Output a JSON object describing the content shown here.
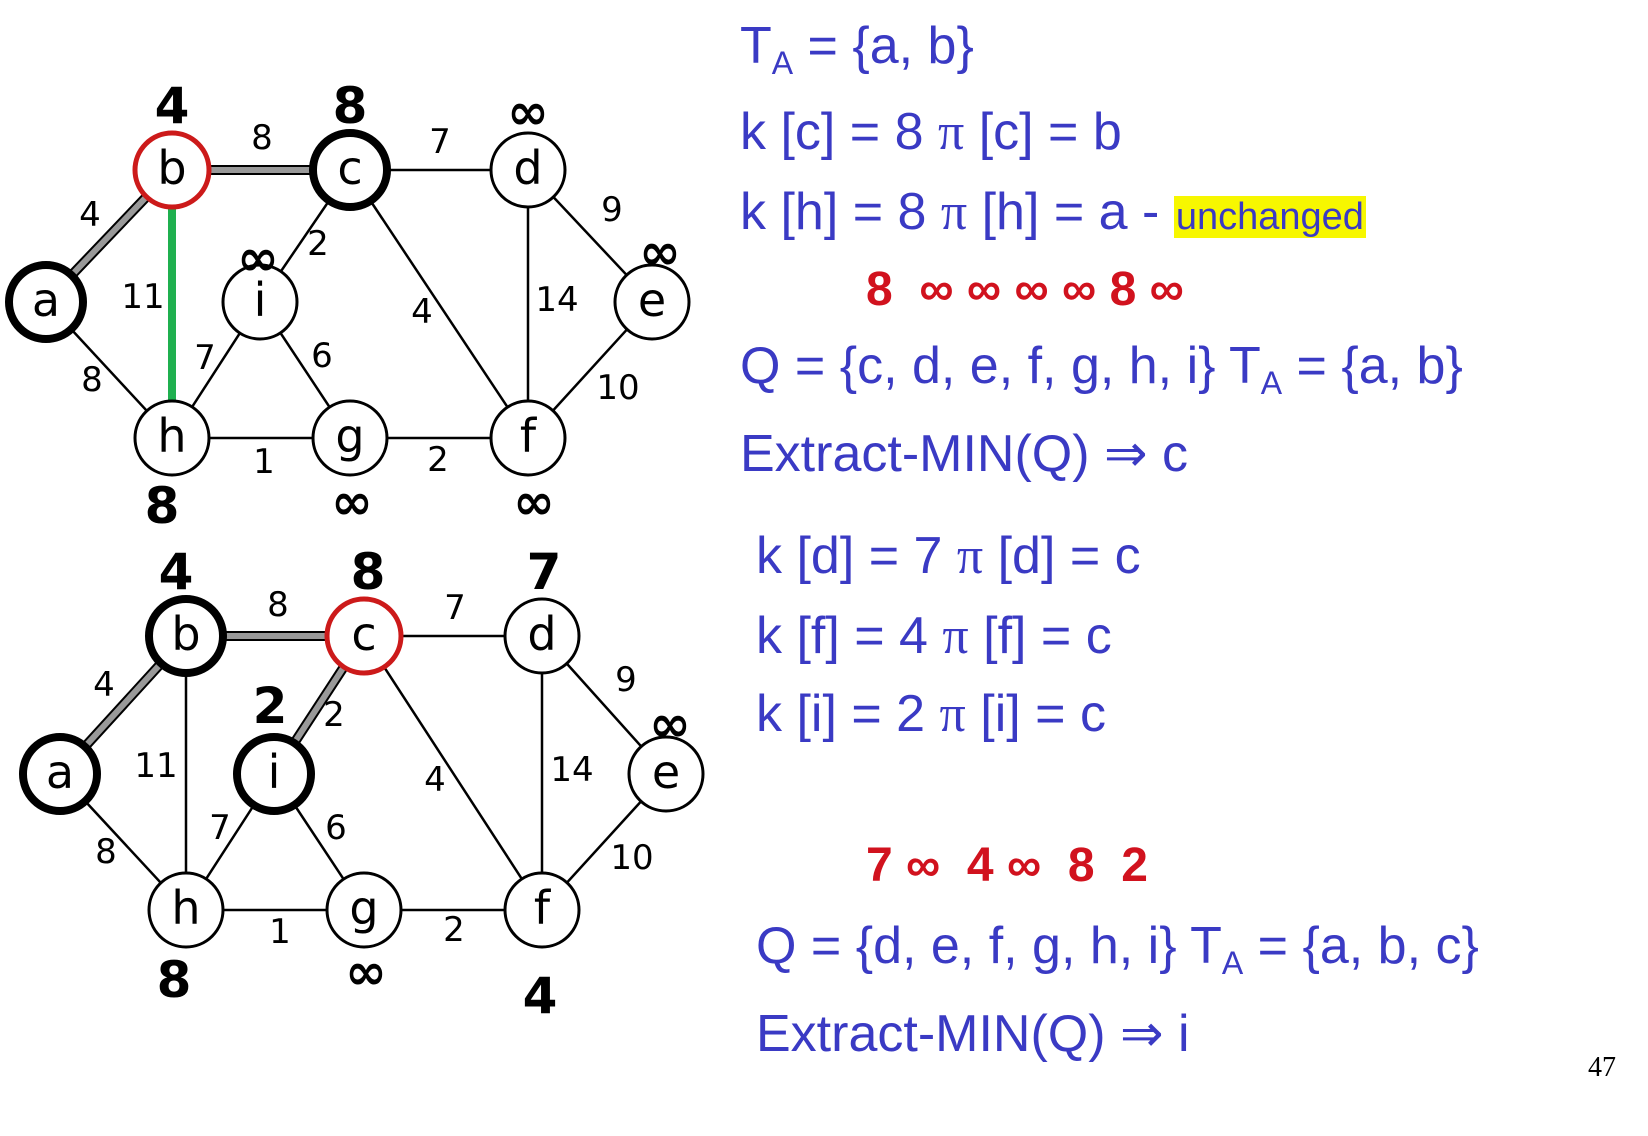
{
  "slide_number": "47",
  "colors": {
    "text_blue": "#3a3ac4",
    "red": "#d1121e",
    "highlight": "#f7f700",
    "tree_edge": "#999999",
    "green_edge": "#1fb04f",
    "node_red": "#cc1a1a"
  },
  "graphs": [
    {
      "name": "graph-top",
      "nodes": [
        {
          "id": "a",
          "label": "a",
          "key": "",
          "style": "heavy"
        },
        {
          "id": "b",
          "label": "b",
          "key": "4",
          "style": "red"
        },
        {
          "id": "c",
          "label": "c",
          "key": "8",
          "style": "heavy"
        },
        {
          "id": "d",
          "label": "d",
          "key": "∞",
          "style": "normal"
        },
        {
          "id": "e",
          "label": "e",
          "key": "∞",
          "style": "normal"
        },
        {
          "id": "i",
          "label": "i",
          "key": "∞",
          "style": "normal"
        },
        {
          "id": "h",
          "label": "h",
          "key": "8",
          "style": "normal"
        },
        {
          "id": "g",
          "label": "g",
          "key": "∞",
          "style": "normal"
        },
        {
          "id": "f",
          "label": "f",
          "key": "∞",
          "style": "normal"
        }
      ],
      "edges": [
        {
          "from": "a",
          "to": "b",
          "w": "4",
          "style": "tree"
        },
        {
          "from": "b",
          "to": "c",
          "w": "8",
          "style": "tree"
        },
        {
          "from": "b",
          "to": "h",
          "w": "11",
          "style": "green"
        },
        {
          "from": "c",
          "to": "d",
          "w": "7",
          "style": "normal"
        },
        {
          "from": "c",
          "to": "i",
          "w": "2",
          "style": "normal"
        },
        {
          "from": "c",
          "to": "f",
          "w": "4",
          "style": "normal"
        },
        {
          "from": "d",
          "to": "e",
          "w": "9",
          "style": "normal"
        },
        {
          "from": "d",
          "to": "f",
          "w": "14",
          "style": "normal"
        },
        {
          "from": "e",
          "to": "f",
          "w": "10",
          "style": "normal"
        },
        {
          "from": "a",
          "to": "h",
          "w": "8",
          "style": "normal"
        },
        {
          "from": "h",
          "to": "i",
          "w": "7",
          "style": "normal"
        },
        {
          "from": "i",
          "to": "g",
          "w": "6",
          "style": "normal"
        },
        {
          "from": "h",
          "to": "g",
          "w": "1",
          "style": "normal"
        },
        {
          "from": "g",
          "to": "f",
          "w": "2",
          "style": "normal"
        }
      ]
    },
    {
      "name": "graph-bottom",
      "nodes": [
        {
          "id": "a",
          "label": "a",
          "key": "",
          "style": "heavy"
        },
        {
          "id": "b",
          "label": "b",
          "key": "4",
          "style": "heavy"
        },
        {
          "id": "c",
          "label": "c",
          "key": "8",
          "style": "red"
        },
        {
          "id": "d",
          "label": "d",
          "key": "7",
          "style": "normal"
        },
        {
          "id": "e",
          "label": "e",
          "key": "∞",
          "style": "normal"
        },
        {
          "id": "i",
          "label": "i",
          "key": "2",
          "style": "heavy"
        },
        {
          "id": "h",
          "label": "h",
          "key": "8",
          "style": "normal"
        },
        {
          "id": "g",
          "label": "g",
          "key": "∞",
          "style": "normal"
        },
        {
          "id": "f",
          "label": "f",
          "key": "4",
          "style": "normal"
        }
      ],
      "edges": [
        {
          "from": "a",
          "to": "b",
          "w": "4",
          "style": "tree"
        },
        {
          "from": "b",
          "to": "c",
          "w": "8",
          "style": "tree"
        },
        {
          "from": "c",
          "to": "i",
          "w": "2",
          "style": "tree"
        },
        {
          "from": "b",
          "to": "h",
          "w": "11",
          "style": "normal"
        },
        {
          "from": "c",
          "to": "d",
          "w": "7",
          "style": "normal"
        },
        {
          "from": "c",
          "to": "f",
          "w": "4",
          "style": "normal"
        },
        {
          "from": "d",
          "to": "e",
          "w": "9",
          "style": "normal"
        },
        {
          "from": "d",
          "to": "f",
          "w": "14",
          "style": "normal"
        },
        {
          "from": "e",
          "to": "f",
          "w": "10",
          "style": "normal"
        },
        {
          "from": "a",
          "to": "h",
          "w": "8",
          "style": "normal"
        },
        {
          "from": "h",
          "to": "i",
          "w": "7",
          "style": "normal"
        },
        {
          "from": "i",
          "to": "g",
          "w": "6",
          "style": "normal"
        },
        {
          "from": "h",
          "to": "g",
          "w": "1",
          "style": "normal"
        },
        {
          "from": "g",
          "to": "f",
          "w": "2",
          "style": "normal"
        }
      ]
    }
  ],
  "text": {
    "ta1": {
      "pre": "T",
      "sub": "A",
      "post": " = {a, b}"
    },
    "kc": {
      "a": "k [c] = 8  ",
      "pi": "π",
      "b": " [c] = b"
    },
    "kh": {
      "a": "k [h] = 8  ",
      "pi": "π",
      "b": " [h] = a - ",
      "hl": "unchanged"
    },
    "red1": "8  ∞ ∞ ∞ ∞ 8 ∞",
    "q1": {
      "pre": "Q = {c, d, e, f, g, h, i}  T",
      "sub": "A",
      "post": " = {a, b}"
    },
    "ext1": "Extract-MIN(Q) ⇒ c",
    "kd": {
      "a": "k [d] = 7  ",
      "pi": "π",
      "b": " [d] = c"
    },
    "kf": {
      "a": "k [f] = 4   ",
      "pi": "π",
      "b": " [f] = c"
    },
    "ki": {
      "a": "k [i] = 2    ",
      "pi": "π",
      "b": " [i] = c"
    },
    "red2": "7 ∞  4 ∞  8  2",
    "q2": {
      "pre": "Q = {d, e, f, g, h, i}  T",
      "sub": "A",
      "post": " = {a, b, c}"
    },
    "ext2": "Extract-MIN(Q) ⇒ i"
  }
}
